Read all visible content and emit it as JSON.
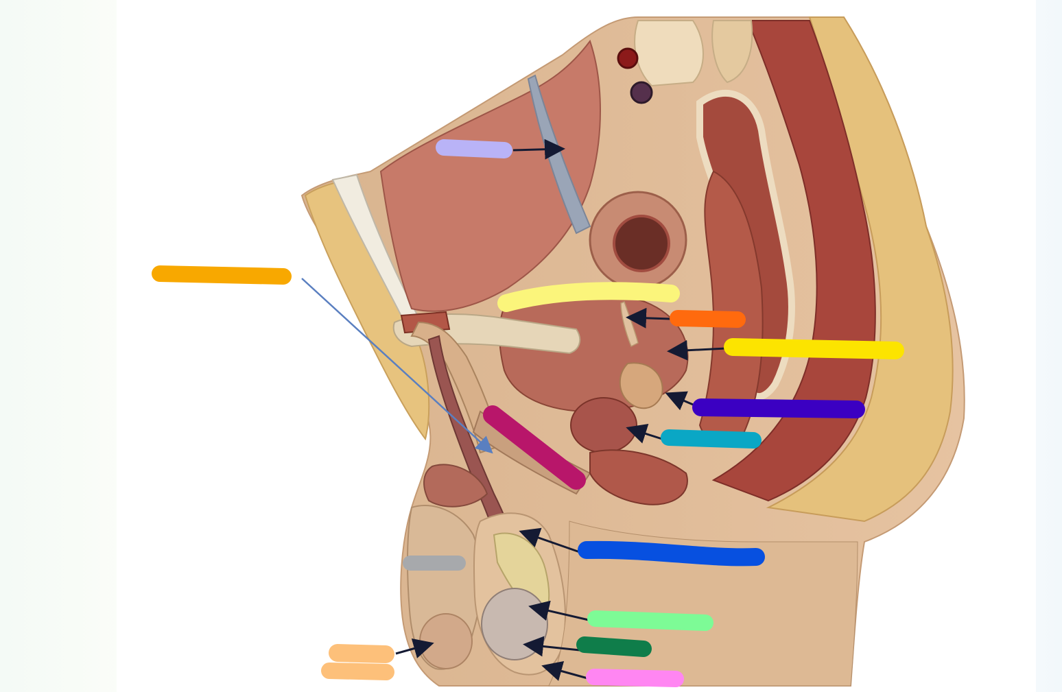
{
  "diagram": {
    "subject": "male-pelvis-sagittal-model",
    "labels": [
      {
        "id": "label-1",
        "color": "#b9b3f7",
        "text": ""
      },
      {
        "id": "label-2",
        "color": "#f8a800",
        "text": ""
      },
      {
        "id": "label-3",
        "color": "#fbf57b",
        "text": ""
      },
      {
        "id": "label-4",
        "color": "#ff6a0e",
        "text": ""
      },
      {
        "id": "label-5",
        "color": "#fce400",
        "text": ""
      },
      {
        "id": "label-6",
        "color": "#3b00c2",
        "text": ""
      },
      {
        "id": "label-7",
        "color": "#b8166a",
        "text": ""
      },
      {
        "id": "label-8",
        "color": "#0aa7c5",
        "text": ""
      },
      {
        "id": "label-9",
        "color": "#0750e0",
        "text": ""
      },
      {
        "id": "label-10",
        "color": "#a7a9ac",
        "text": ""
      },
      {
        "id": "label-11",
        "color": "#7dfb96",
        "text": ""
      },
      {
        "id": "label-12",
        "color": "#0f7d4a",
        "text": ""
      },
      {
        "id": "label-13",
        "color": "#fdc07a",
        "text": ""
      },
      {
        "id": "label-14",
        "color": "#ff86f2",
        "text": ""
      }
    ]
  }
}
